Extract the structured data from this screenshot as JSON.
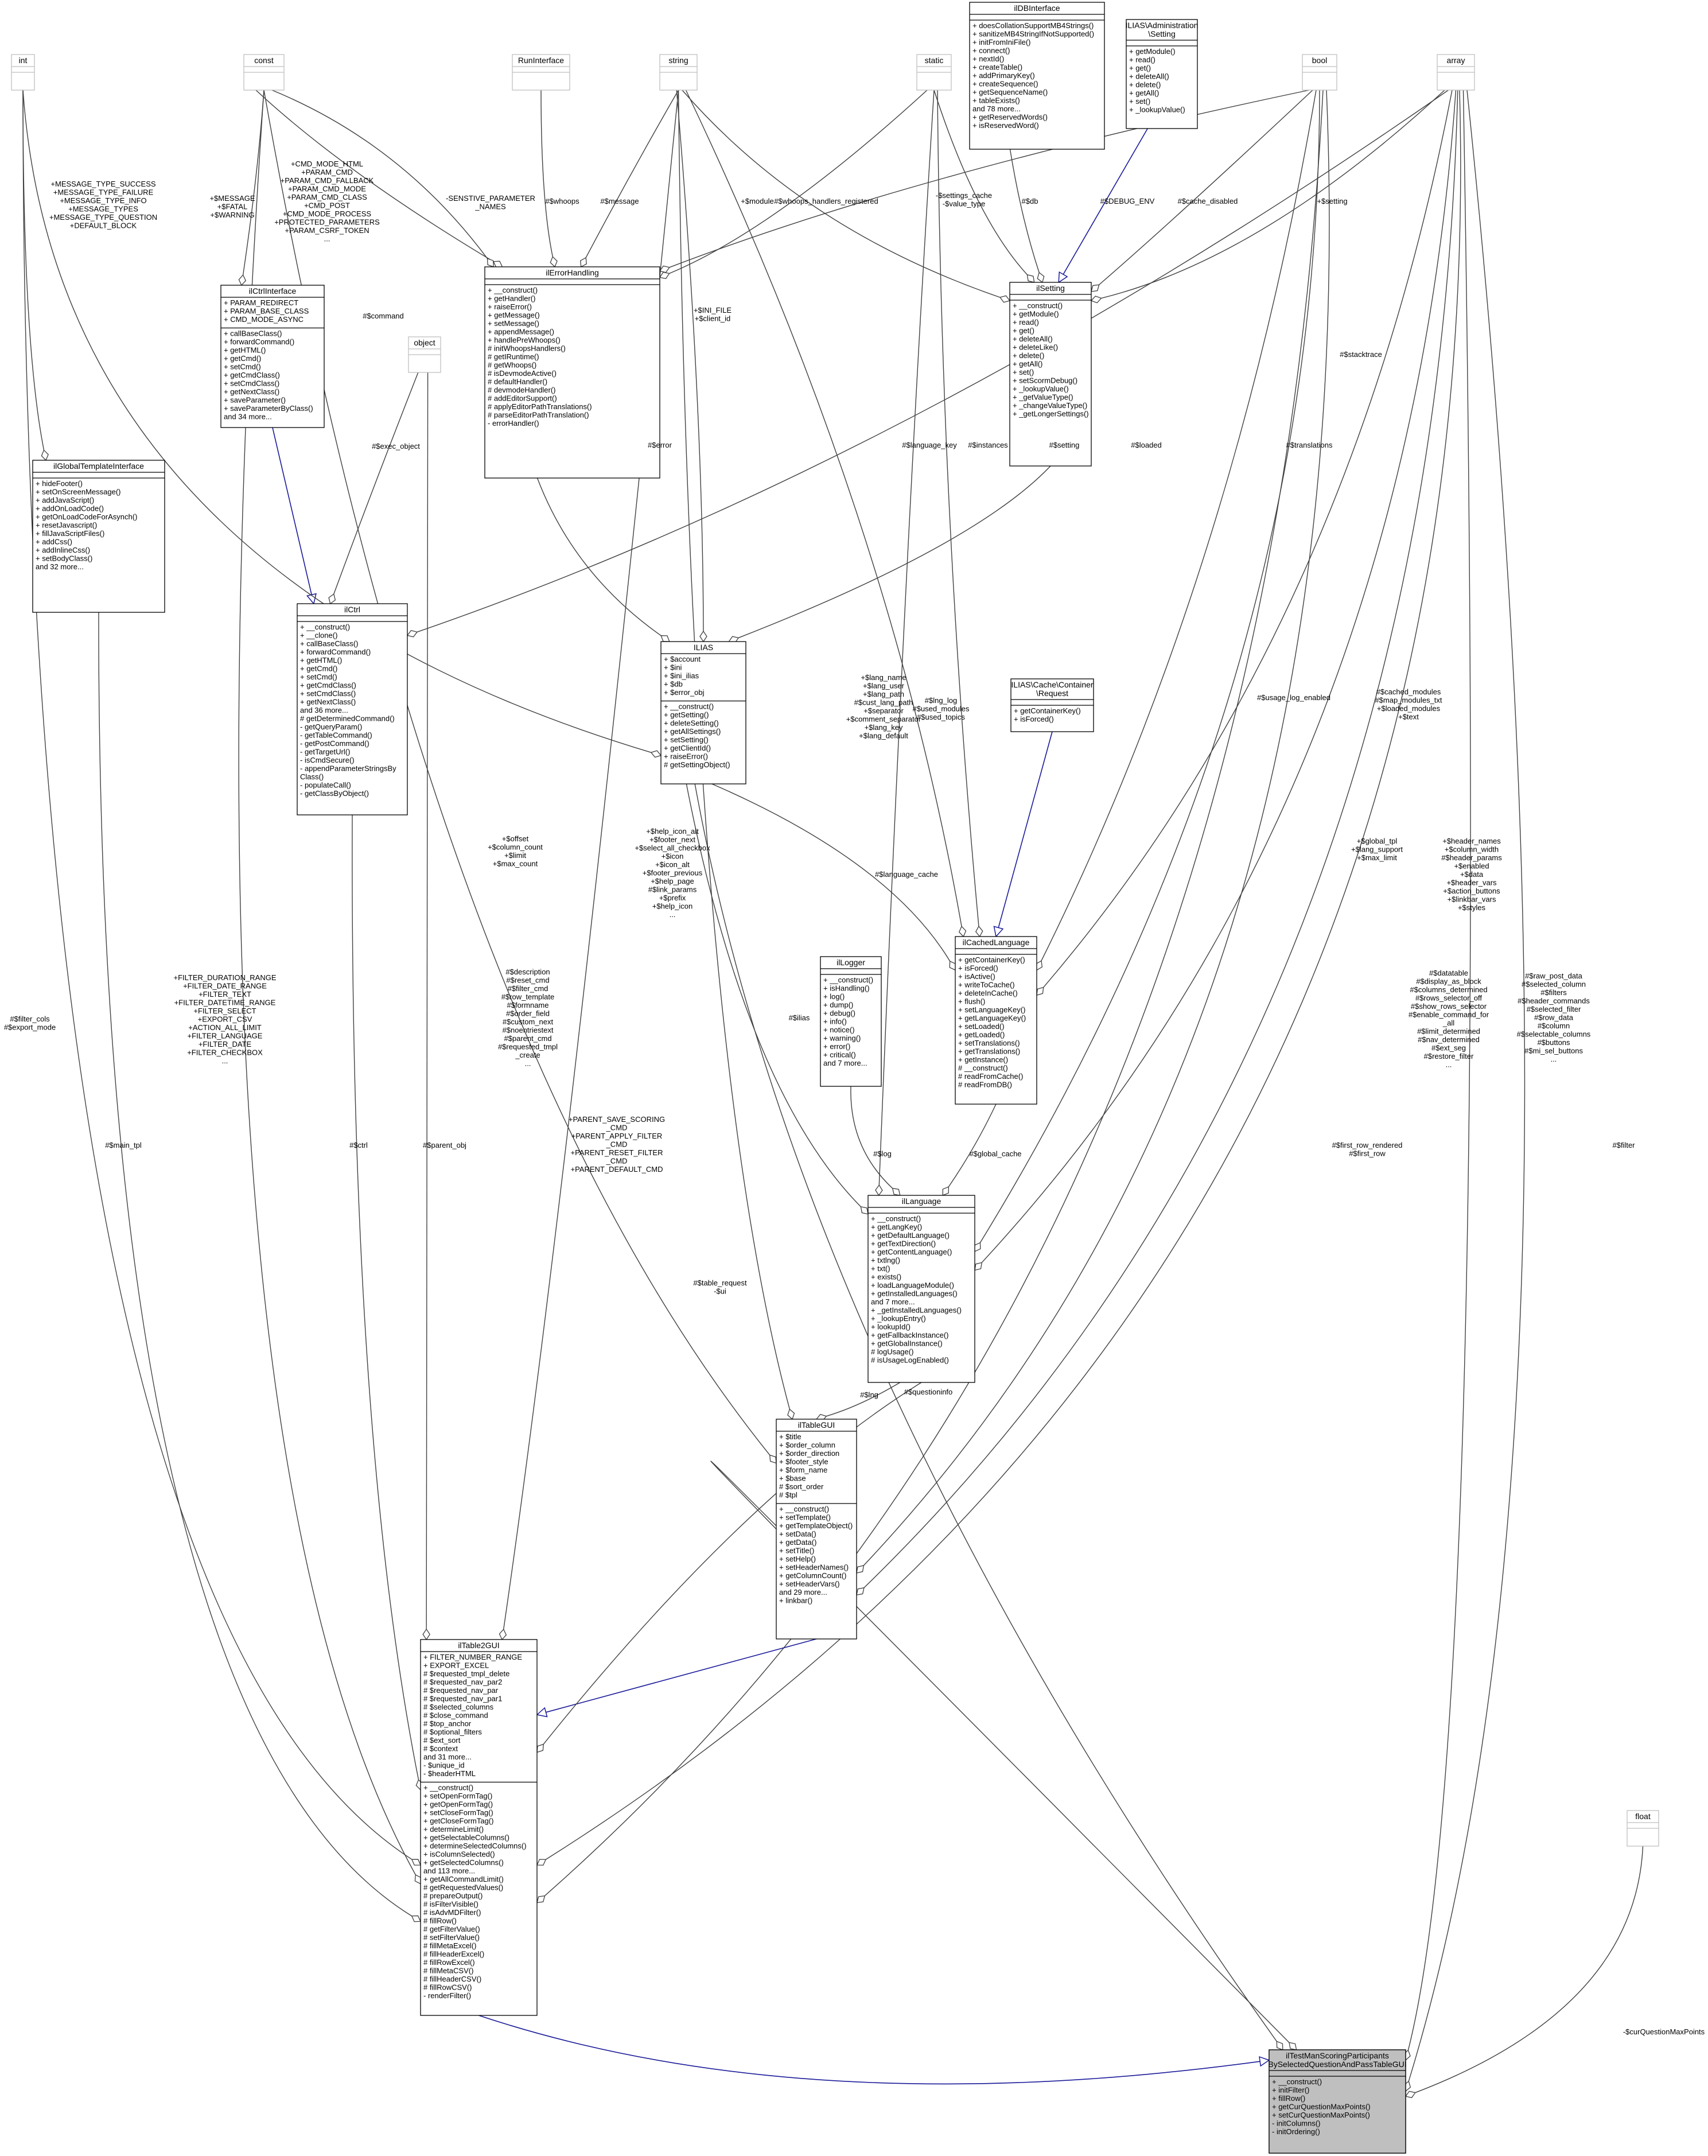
{
  "diagram": {
    "boxes": [
      {
        "id": "int",
        "title": [
          "int"
        ],
        "ghost": true,
        "attrs": [],
        "ops": []
      },
      {
        "id": "const",
        "title": [
          "const"
        ],
        "ghost": true,
        "attrs": [],
        "ops": []
      },
      {
        "id": "RunInterface",
        "title": [
          "RunInterface"
        ],
        "ghost": true,
        "attrs": [],
        "ops": []
      },
      {
        "id": "string",
        "title": [
          "string"
        ],
        "ghost": true,
        "attrs": [],
        "ops": []
      },
      {
        "id": "static",
        "title": [
          "static"
        ],
        "ghost": true,
        "attrs": [],
        "ops": []
      },
      {
        "id": "bool",
        "title": [
          "bool"
        ],
        "ghost": true,
        "attrs": [],
        "ops": []
      },
      {
        "id": "array",
        "title": [
          "array"
        ],
        "ghost": true,
        "attrs": [],
        "ops": []
      },
      {
        "id": "object",
        "title": [
          "object"
        ],
        "ghost": true,
        "attrs": [],
        "ops": []
      },
      {
        "id": "float",
        "title": [
          "float"
        ],
        "ghost": true,
        "attrs": [],
        "ops": []
      },
      {
        "id": "ilDBInterface",
        "title": [
          "ilDBInterface"
        ],
        "attrs": [],
        "ops": [
          "+ doesCollationSupportMB4Strings()",
          "+ sanitizeMB4StringIfNotSupported()",
          "+ initFromIniFile()",
          "+ connect()",
          "+ nextId()",
          "+ createTable()",
          "+ addPrimaryKey()",
          "+ createSequence()",
          "+ getSequenceName()",
          "+ tableExists()",
          "and 78 more...",
          "+ getReservedWords()",
          "+ isReservedWord()"
        ]
      },
      {
        "id": "AdminSetting",
        "title": [
          "ILIAS\\Administration",
          "\\Setting"
        ],
        "attrs": [],
        "ops": [
          "+ getModule()",
          "+ read()",
          "+ get()",
          "+ deleteAll()",
          "+ delete()",
          "+ getAll()",
          "+ set()",
          "+ _lookupValue()"
        ]
      },
      {
        "id": "ilCtrlInterface",
        "title": [
          "ilCtrlInterface"
        ],
        "attrs": [
          "+ PARAM_REDIRECT",
          "+ PARAM_BASE_CLASS",
          "+ CMD_MODE_ASYNC"
        ],
        "ops": [
          "+ callBaseClass()",
          "+ forwardCommand()",
          "+ getHTML()",
          "+ getCmd()",
          "+ setCmd()",
          "+ getCmdClass()",
          "+ setCmdClass()",
          "+ getNextClass()",
          "+ saveParameter()",
          "+ saveParameterByClass()",
          "and 34 more..."
        ]
      },
      {
        "id": "ilErrorHandling",
        "title": [
          "ilErrorHandling"
        ],
        "attrs": [],
        "ops": [
          "+ __construct()",
          "+ getHandler()",
          "+ raiseError()",
          "+ getMessage()",
          "+ setMessage()",
          "+ appendMessage()",
          "+ handlePreWhoops()",
          "# initWhoopsHandlers()",
          "# getIRuntime()",
          "# getWhoops()",
          "# isDevmodeActive()",
          "# defaultHandler()",
          "# devmodeHandler()",
          "# addEditorSupport()",
          "# applyEditorPathTranslations()",
          "# parseEditorPathTranslation()",
          "- errorHandler()"
        ]
      },
      {
        "id": "ilSetting",
        "title": [
          "ilSetting"
        ],
        "attrs": [],
        "ops": [
          "+ __construct()",
          "+ getModule()",
          "+ read()",
          "+ get()",
          "+ deleteAll()",
          "+ deleteLike()",
          "+ delete()",
          "+ getAll()",
          "+ set()",
          "+ setScormDebug()",
          "+ _lookupValue()",
          "+ _getValueType()",
          "+ _changeValueType()",
          "+ _getLongerSettings()"
        ]
      },
      {
        "id": "ilGlobalTemplateInterface",
        "title": [
          "ilGlobalTemplateInterface"
        ],
        "attrs": [],
        "ops": [
          "+ hideFooter()",
          "+ setOnScreenMessage()",
          "+ addJavaScript()",
          "+ addOnLoadCode()",
          "+ getOnLoadCodeForAsynch()",
          "+ resetJavascript()",
          "+ fillJavaScriptFiles()",
          "+ addCss()",
          "+ addInlineCss()",
          "+ setBodyClass()",
          "and 32 more..."
        ]
      },
      {
        "id": "ilCtrl",
        "title": [
          "ilCtrl"
        ],
        "attrs": [],
        "ops": [
          "+ __construct()",
          "+ __clone()",
          "+ callBaseClass()",
          "+ forwardCommand()",
          "+ getHTML()",
          "+ getCmd()",
          "+ setCmd()",
          "+ getCmdClass()",
          "+ setCmdClass()",
          "+ getNextClass()",
          "and 36 more...",
          "# getDeterminedCommand()",
          "- getQueryParam()",
          "- getTableCommand()",
          "- getPostCommand()",
          "- getTargetUrl()",
          "- isCmdSecure()",
          "- appendParameterStringsBy",
          "Class()",
          "- populateCall()",
          "- getClassByObject()"
        ]
      },
      {
        "id": "ILIAS",
        "title": [
          "ILIAS"
        ],
        "attrs": [
          "+ $account",
          "+ $ini",
          "+ $ini_ilias",
          "+ $db",
          "+ $error_obj"
        ],
        "ops": [
          "+ __construct()",
          "+ getSetting()",
          "+ deleteSetting()",
          "+ getAllSettings()",
          "+ setSetting()",
          "+ getClientId()",
          "+ raiseError()",
          "# getSettingObject()"
        ]
      },
      {
        "id": "CacheRequest",
        "title": [
          "ILIAS\\Cache\\Container",
          "\\Request"
        ],
        "attrs": [],
        "ops": [
          "+ getContainerKey()",
          "+ isForced()"
        ]
      },
      {
        "id": "ilCachedLanguage",
        "title": [
          "ilCachedLanguage"
        ],
        "attrs": [],
        "ops": [
          "+ getContainerKey()",
          "+ isForced()",
          "+ isActive()",
          "+ writeToCache()",
          "+ deleteInCache()",
          "+ flush()",
          "+ setLanguageKey()",
          "+ getLanguageKey()",
          "+ setLoaded()",
          "+ getLoaded()",
          "+ setTranslations()",
          "+ getTranslations()",
          "+ getInstance()",
          "# __construct()",
          "# readFromCache()",
          "# readFromDB()"
        ]
      },
      {
        "id": "ilLogger",
        "title": [
          "ilLogger"
        ],
        "attrs": [],
        "ops": [
          "+ __construct()",
          "+ isHandling()",
          "+ log()",
          "+ dump()",
          "+ debug()",
          "+ info()",
          "+ notice()",
          "+ warning()",
          "+ error()",
          "+ critical()",
          "and 7 more..."
        ]
      },
      {
        "id": "ilLanguage",
        "title": [
          "ilLanguage"
        ],
        "attrs": [],
        "ops": [
          "+ __construct()",
          "+ getLangKey()",
          "+ getDefaultLanguage()",
          "+ getTextDirection()",
          "+ getContentLanguage()",
          "+ txtlng()",
          "+ txt()",
          "+ exists()",
          "+ loadLanguageModule()",
          "+ getInstalledLanguages()",
          "and 7 more...",
          "+ _getInstalledLanguages()",
          "+ _lookupEntry()",
          "+ lookupId()",
          "+ getFallbackInstance()",
          "+ getGlobalInstance()",
          "# logUsage()",
          "# isUsageLogEnabled()"
        ]
      },
      {
        "id": "ilTableGUI",
        "title": [
          "ilTableGUI"
        ],
        "attrs": [
          "+ $title",
          "+ $order_column",
          "+ $order_direction",
          "+ $footer_style",
          "+ $form_name",
          "+ $base",
          "# $sort_order",
          "# $tpl"
        ],
        "ops": [
          "+ __construct()",
          "+ setTemplate()",
          "+ getTemplateObject()",
          "+ setData()",
          "+ getData()",
          "+ setTitle()",
          "+ setHelp()",
          "+ setHeaderNames()",
          "+ getColumnCount()",
          "+ setHeaderVars()",
          "and 29 more...",
          "+ linkbar()"
        ]
      },
      {
        "id": "ilTable2GUI",
        "title": [
          "ilTable2GUI"
        ],
        "attrs": [
          "+ FILTER_NUMBER_RANGE",
          "+ EXPORT_EXCEL",
          "# $requested_tmpl_delete",
          "# $requested_nav_par2",
          "# $requested_nav_par",
          "# $requested_nav_par1",
          "# $selected_columns",
          "# $close_command",
          "# $top_anchor",
          "# $optional_filters",
          "# $ext_sort",
          "# $context",
          "and 31 more...",
          "- $unique_id",
          "- $headerHTML"
        ],
        "ops": [
          "+ __construct()",
          "+ setOpenFormTag()",
          "+ getOpenFormTag()",
          "+ setCloseFormTag()",
          "+ getCloseFormTag()",
          "+ determineLimit()",
          "+ getSelectableColumns()",
          "+ determineSelectedColumns()",
          "+ isColumnSelected()",
          "+ getSelectedColumns()",
          "and 113 more...",
          "+ getAllCommandLimit()",
          "# getRequestedValues()",
          "# prepareOutput()",
          "# isFilterVisible()",
          "# isAdvMDFilter()",
          "# fillRow()",
          "# getFilterValue()",
          "# setFilterValue()",
          "# fillMetaExcel()",
          "# fillHeaderExcel()",
          "# fillRowExcel()",
          "# fillMetaCSV()",
          "# fillHeaderCSV()",
          "# fillRowCSV()",
          "- renderFilter()"
        ]
      },
      {
        "id": "mainClass",
        "title": [
          "ilTestManScoringParticipants",
          "BySelectedQuestionAndPassTableGUI"
        ],
        "attrs": [],
        "highlight": true,
        "ops": [
          "+ __construct()",
          "+ initFilter()",
          "+ fillRow()",
          "+ getCurQuestionMaxPoints()",
          "+ setCurQuestionMaxPoints()",
          "- initColumns()",
          "- initOrdering()"
        ]
      }
    ],
    "labels": [
      {
        "id": "l1",
        "lines": [
          "+MESSAGE_TYPE_SUCCESS",
          "+MESSAGE_TYPE_FAILURE",
          "+MESSAGE_TYPE_INFO",
          "+MESSAGE_TYPES",
          "+MESSAGE_TYPE_QUESTION",
          "+DEFAULT_BLOCK"
        ]
      },
      {
        "id": "l2",
        "lines": [
          "+CMD_MODE_HTML",
          "+PARAM_CMD",
          "+PARAM_CMD_FALLBACK",
          "+PARAM_CMD_MODE",
          "+PARAM_CMD_CLASS",
          "+CMD_POST",
          "+CMD_MODE_PROCESS",
          "+PROTECTED_PARAMETERS",
          "+PARAM_CSRF_TOKEN",
          "..."
        ]
      },
      {
        "id": "l3",
        "lines": [
          "+$MESSAGE",
          "+$FATAL",
          "+$WARNING"
        ]
      },
      {
        "id": "l4",
        "lines": [
          "-SENSTIVE_PARAMETER",
          "_NAMES"
        ]
      },
      {
        "id": "l5",
        "lines": [
          "#$whoops"
        ]
      },
      {
        "id": "l6",
        "lines": [
          "#$message"
        ]
      },
      {
        "id": "l7",
        "lines": [
          "+$module"
        ]
      },
      {
        "id": "l8",
        "lines": [
          "#$whoops_handlers_registered"
        ]
      },
      {
        "id": "l9",
        "lines": [
          "-$settings_cache",
          "-$value_type"
        ]
      },
      {
        "id": "l10",
        "lines": [
          "#$db"
        ]
      },
      {
        "id": "l11",
        "lines": [
          "#$DEBUG_ENV"
        ]
      },
      {
        "id": "l12",
        "lines": [
          "#$cache_disabled"
        ]
      },
      {
        "id": "l13",
        "lines": [
          "+$setting"
        ]
      },
      {
        "id": "l14",
        "lines": [
          "#$command"
        ]
      },
      {
        "id": "l15",
        "lines": [
          "#$exec_object"
        ]
      },
      {
        "id": "l16",
        "lines": [
          "+$INI_FILE",
          "+$client_id"
        ]
      },
      {
        "id": "l17",
        "lines": [
          "#$error"
        ]
      },
      {
        "id": "l18",
        "lines": [
          "#$language_key"
        ]
      },
      {
        "id": "l19",
        "lines": [
          "#$instances"
        ]
      },
      {
        "id": "l20",
        "lines": [
          "#$setting"
        ]
      },
      {
        "id": "l21",
        "lines": [
          "#$loaded"
        ]
      },
      {
        "id": "l22",
        "lines": [
          "#$translations"
        ]
      },
      {
        "id": "l23",
        "lines": [
          "#$stacktrace"
        ]
      },
      {
        "id": "l24",
        "lines": [
          "+$lang_name",
          "+$lang_user",
          "+$lang_path",
          "#$cust_lang_path",
          "+$separator",
          "+$comment_separator",
          "+$lang_key",
          "+$lang_default"
        ]
      },
      {
        "id": "l25",
        "lines": [
          "#$lng_log",
          "#$used_modules",
          "#$used_topics"
        ]
      },
      {
        "id": "l26",
        "lines": [
          "#$cached_modules",
          "#$map_modules_txt",
          "+$loaded_modules",
          "+$text"
        ]
      },
      {
        "id": "l27",
        "lines": [
          "#$usage_log_enabled"
        ]
      },
      {
        "id": "l28",
        "lines": [
          "#$language_cache"
        ]
      },
      {
        "id": "l29",
        "lines": [
          "+$offset",
          "+$column_count",
          "+$limit",
          "+$max_count"
        ]
      },
      {
        "id": "l30",
        "lines": [
          "+$help_icon_alt",
          "+$footer_next",
          "+$select_all_checkbox",
          "+$icon",
          "+$icon_alt",
          "+$footer_previous",
          "+$help_page",
          "#$link_params",
          "+$prefix",
          "+$help_icon",
          "..."
        ]
      },
      {
        "id": "l31",
        "lines": [
          "+$global_tpl",
          "+$lang_support",
          "+$max_limit"
        ]
      },
      {
        "id": "l32",
        "lines": [
          "+$header_names",
          "+$column_width",
          "#$header_params",
          "+$enabled",
          "+$data",
          "+$header_vars",
          "+$action_buttons",
          "+$linkbar_vars",
          "+$styles"
        ]
      },
      {
        "id": "l33",
        "lines": [
          "+FILTER_DURATION_RANGE",
          "+FILTER_DATE_RANGE",
          "+FILTER_TEXT",
          "+FILTER_DATETIME_RANGE",
          "+FILTER_SELECT",
          "+EXPORT_CSV",
          "+ACTION_ALL_LIMIT",
          "+FILTER_LANGUAGE",
          "+FILTER_DATE",
          "+FILTER_CHECKBOX",
          "..."
        ]
      },
      {
        "id": "l34",
        "lines": [
          "#$description",
          "#$reset_cmd",
          "#$filter_cmd",
          "#$row_template",
          "#$formname",
          "#$order_field",
          "#$custom_next",
          "#$noentriestext",
          "#$parent_cmd",
          "#$requested_tmpl",
          "_create",
          "..."
        ]
      },
      {
        "id": "l35",
        "lines": [
          "+PARENT_SAVE_SCORING",
          "_CMD",
          "+PARENT_APPLY_FILTER",
          "_CMD",
          "+PARENT_RESET_FILTER",
          "_CMD",
          "+PARENT_DEFAULT_CMD"
        ]
      },
      {
        "id": "l36",
        "lines": [
          "#$ilias"
        ]
      },
      {
        "id": "l37",
        "lines": [
          "#$log"
        ]
      },
      {
        "id": "l38",
        "lines": [
          "#$global_cache"
        ]
      },
      {
        "id": "l39",
        "lines": [
          "#$datatable",
          "#$display_as_block",
          "#$columns_determined",
          "#$rows_selector_off",
          "#$show_rows_selector",
          "#$enable_command_for",
          "_all",
          "#$limit_determined",
          "#$nav_determined",
          "#$ext_seg",
          "#$restore_filter",
          "..."
        ]
      },
      {
        "id": "l40",
        "lines": [
          "#$raw_post_data",
          "#$selected_column",
          "#$filters",
          "#$header_commands",
          "#$selected_filter",
          "#$row_data",
          "#$column",
          "#$selectable_columns",
          "#$buttons",
          "#$mi_sel_buttons",
          "..."
        ]
      },
      {
        "id": "l41",
        "lines": [
          "#$first_row_rendered",
          "#$first_row"
        ]
      },
      {
        "id": "l42",
        "lines": [
          "#$filter_cols",
          "#$export_mode"
        ]
      },
      {
        "id": "l43",
        "lines": [
          "#$main_tpl"
        ]
      },
      {
        "id": "l44",
        "lines": [
          "#$ctrl"
        ]
      },
      {
        "id": "l45",
        "lines": [
          "#$parent_obj"
        ]
      },
      {
        "id": "l46",
        "lines": [
          "#$table_request",
          "-$ui"
        ]
      },
      {
        "id": "l47",
        "lines": [
          "#$lng"
        ]
      },
      {
        "id": "l48",
        "lines": [
          "#$questioninfo"
        ]
      },
      {
        "id": "l49",
        "lines": [
          "#$filter"
        ]
      },
      {
        "id": "l50",
        "lines": [
          "-$curQuestionMaxPoints"
        ]
      }
    ]
  }
}
